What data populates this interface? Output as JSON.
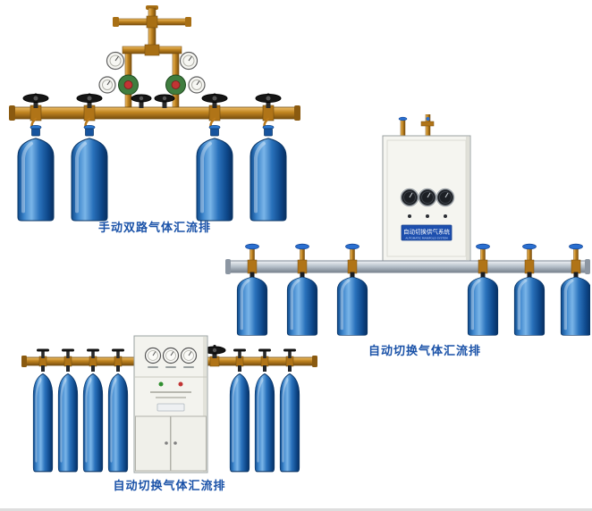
{
  "page": {
    "background": "#ffffff"
  },
  "products": [
    {
      "name": "manual-dual-circuit-gas-manifold",
      "caption": "手动双路气体汇流排",
      "cylinders": 4
    },
    {
      "name": "auto-switching-gas-manifold-with-cabinet",
      "caption": "自动切换气体汇流排",
      "cylinders": 6,
      "cabinet_label": "自动切换供气系统",
      "cabinet_sublabel": "AUTOMATIC MANIFOLD SYSTEM"
    },
    {
      "name": "auto-switching-gas-manifold",
      "caption": "自动切换气体汇流排",
      "cylinders": 7
    }
  ],
  "colors": {
    "caption": "#1a52a8",
    "cylinder_blue": "#1565b0",
    "brass": "#c08420",
    "aluminum_pipe": "#b4bec8",
    "cabinet_body": "#f5f5f0",
    "label_plate": "#1d4fae"
  }
}
